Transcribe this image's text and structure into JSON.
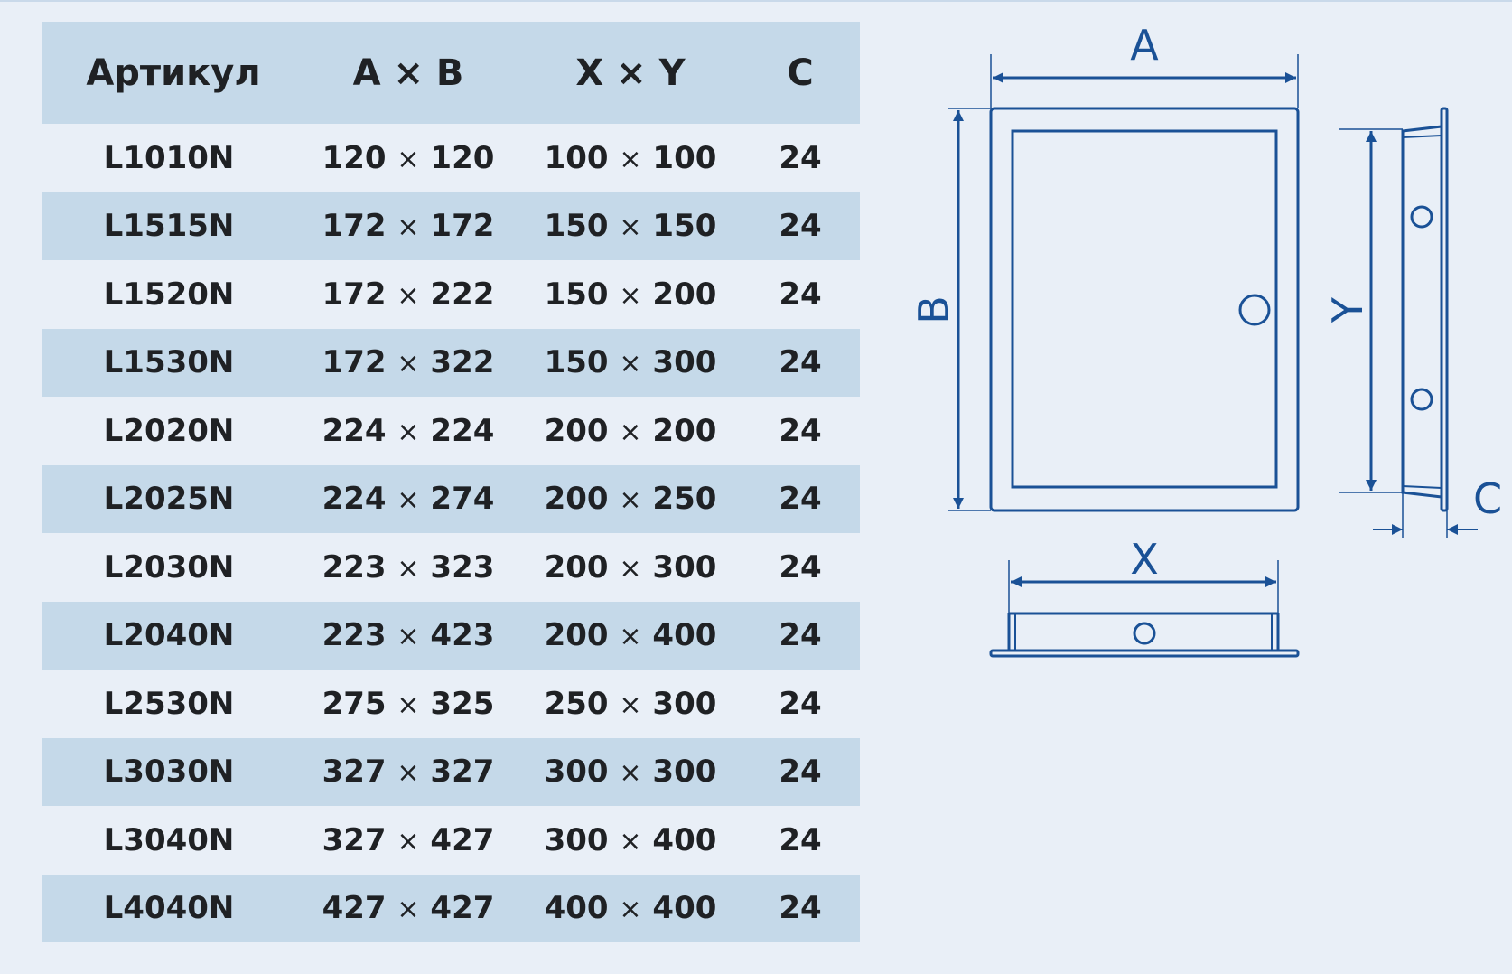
{
  "table": {
    "headers": {
      "article": "Артикул",
      "outer": "A × B",
      "inner": "X × Y",
      "depth": "C"
    },
    "rows": [
      {
        "article": "L1010N",
        "outer_a": "120",
        "outer_b": "120",
        "inner_x": "100",
        "inner_y": "100",
        "depth": "24"
      },
      {
        "article": "L1515N",
        "outer_a": "172",
        "outer_b": "172",
        "inner_x": "150",
        "inner_y": "150",
        "depth": "24"
      },
      {
        "article": "L1520N",
        "outer_a": "172",
        "outer_b": "222",
        "inner_x": "150",
        "inner_y": "200",
        "depth": "24"
      },
      {
        "article": "L1530N",
        "outer_a": "172",
        "outer_b": "322",
        "inner_x": "150",
        "inner_y": "300",
        "depth": "24"
      },
      {
        "article": "L2020N",
        "outer_a": "224",
        "outer_b": "224",
        "inner_x": "200",
        "inner_y": "200",
        "depth": "24"
      },
      {
        "article": "L2025N",
        "outer_a": "224",
        "outer_b": "274",
        "inner_x": "200",
        "inner_y": "250",
        "depth": "24"
      },
      {
        "article": "L2030N",
        "outer_a": "223",
        "outer_b": "323",
        "inner_x": "200",
        "inner_y": "300",
        "depth": "24"
      },
      {
        "article": "L2040N",
        "outer_a": "223",
        "outer_b": "423",
        "inner_x": "200",
        "inner_y": "400",
        "depth": "24"
      },
      {
        "article": "L2530N",
        "outer_a": "275",
        "outer_b": "325",
        "inner_x": "250",
        "inner_y": "300",
        "depth": "24"
      },
      {
        "article": "L3030N",
        "outer_a": "327",
        "outer_b": "327",
        "inner_x": "300",
        "inner_y": "300",
        "depth": "24"
      },
      {
        "article": "L3040N",
        "outer_a": "327",
        "outer_b": "427",
        "inner_x": "300",
        "inner_y": "400",
        "depth": "24"
      },
      {
        "article": "L4040N",
        "outer_a": "427",
        "outer_b": "427",
        "inner_x": "400",
        "inner_y": "400",
        "depth": "24"
      }
    ]
  },
  "multiply_sign": "×",
  "diagram": {
    "label_a": "A",
    "label_b": "B",
    "label_x": "X",
    "label_y": "Y",
    "label_c": "C"
  },
  "colors": {
    "background": "#e9eff7",
    "row_shade": "#c5d9e9",
    "text": "#1f2124",
    "drawing": "#1a5196"
  }
}
